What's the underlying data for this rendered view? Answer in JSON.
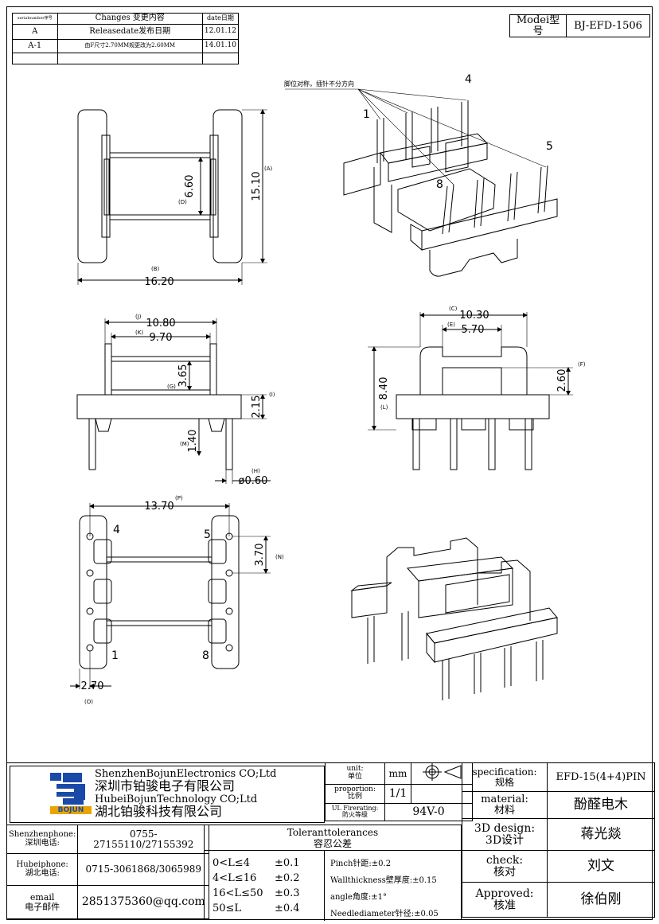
{
  "revision_table": {
    "headers": [
      "serialnumber序号",
      "Changes 变更内容",
      "date日期"
    ],
    "rows": [
      [
        "A",
        "Releasedate发布日期",
        "12.01.12"
      ],
      [
        "A-1",
        "由F尺寸2.70MM规更改为2.60MM",
        "14.01.10"
      ]
    ]
  },
  "model": {
    "label": "Modei型号",
    "value": "BJ-EFD-1506"
  },
  "note": "脚位对称，插针不分方向",
  "pins": {
    "p1": "1",
    "p4": "4",
    "p5": "5",
    "p8": "8"
  },
  "dims": {
    "d_660": "6.60",
    "d_1510": "15.10",
    "d_1620": "16.20",
    "label_A": "(A)",
    "label_B": "(B)",
    "label_D": "(D)",
    "d_1080": "10.80",
    "d_970": "9.70",
    "d_365": "3.65",
    "d_215": "2.15",
    "d_140": "1.40",
    "d_060": "ø0.60",
    "label_J": "(J)",
    "label_K": "(K)",
    "label_G": "(G)",
    "label_I": "(I)",
    "label_M": "(M)",
    "label_H": "(H)",
    "d_1030": "10.30",
    "d_570": "5.70",
    "d_840": "8.40",
    "d_260": "2.60",
    "label_C": "(C)",
    "label_E": "(E)",
    "label_F": "(F)",
    "label_L": "(L)",
    "d_1370": "13.70",
    "d_370": "3.70",
    "d_270": "2.70",
    "label_P": "(P)",
    "label_N": "(N)",
    "label_O": "(O)"
  },
  "company": {
    "logo": "BOJUN",
    "name_en_1": "ShenzhenBojunElectronics CO;Ltd",
    "name_cn_1": "深圳市铂骏电子有限公司",
    "name_en_2": "HubeiBojunTechnology CO;Ltd",
    "name_cn_2": "湖北铂骏科技有限公司"
  },
  "units": {
    "label": "unit:\n单位",
    "value": "mm"
  },
  "proportion": {
    "label": "proportion:\n比例",
    "value": "1/1"
  },
  "ul": {
    "label": "UL Firerating:\n防火等级",
    "value": "94V-0"
  },
  "specification": {
    "label": "specification:\n规格",
    "value": "EFD-15(4+4)PIN"
  },
  "material": {
    "label": "material:\n材料",
    "value": "酚醛电木"
  },
  "design": {
    "label": "3D design:\n3D设计",
    "value": "蒋光燚"
  },
  "check": {
    "label": "check:\n核对",
    "value": "刘文"
  },
  "approved": {
    "label": "Approved:\n核准",
    "value": "徐伯刚"
  },
  "contacts": [
    {
      "label": "Shenzhenphone:\n深圳电话:",
      "value": "0755-27155110/27155392"
    },
    {
      "label": "Hubeiphone:\n湖北电话:",
      "value": "0715-3061868/3065989"
    },
    {
      "label": "email\n电子邮件",
      "value": "2851375360@qq.com"
    }
  ],
  "tolerance": {
    "title": "Toleranttolerances\n容忍公差",
    "ranges": [
      "0<L≤4",
      "4<L≤16",
      "16<L≤50",
      "50≤L"
    ],
    "values": [
      "±0.1",
      "±0.2",
      "±0.3",
      "±0.4"
    ],
    "notes": [
      "Pinch针距:±0.2",
      "Wallthickness壁厚度:±0.15",
      "angle角度:±1°",
      "Needlediameter针径:±0.05"
    ]
  }
}
